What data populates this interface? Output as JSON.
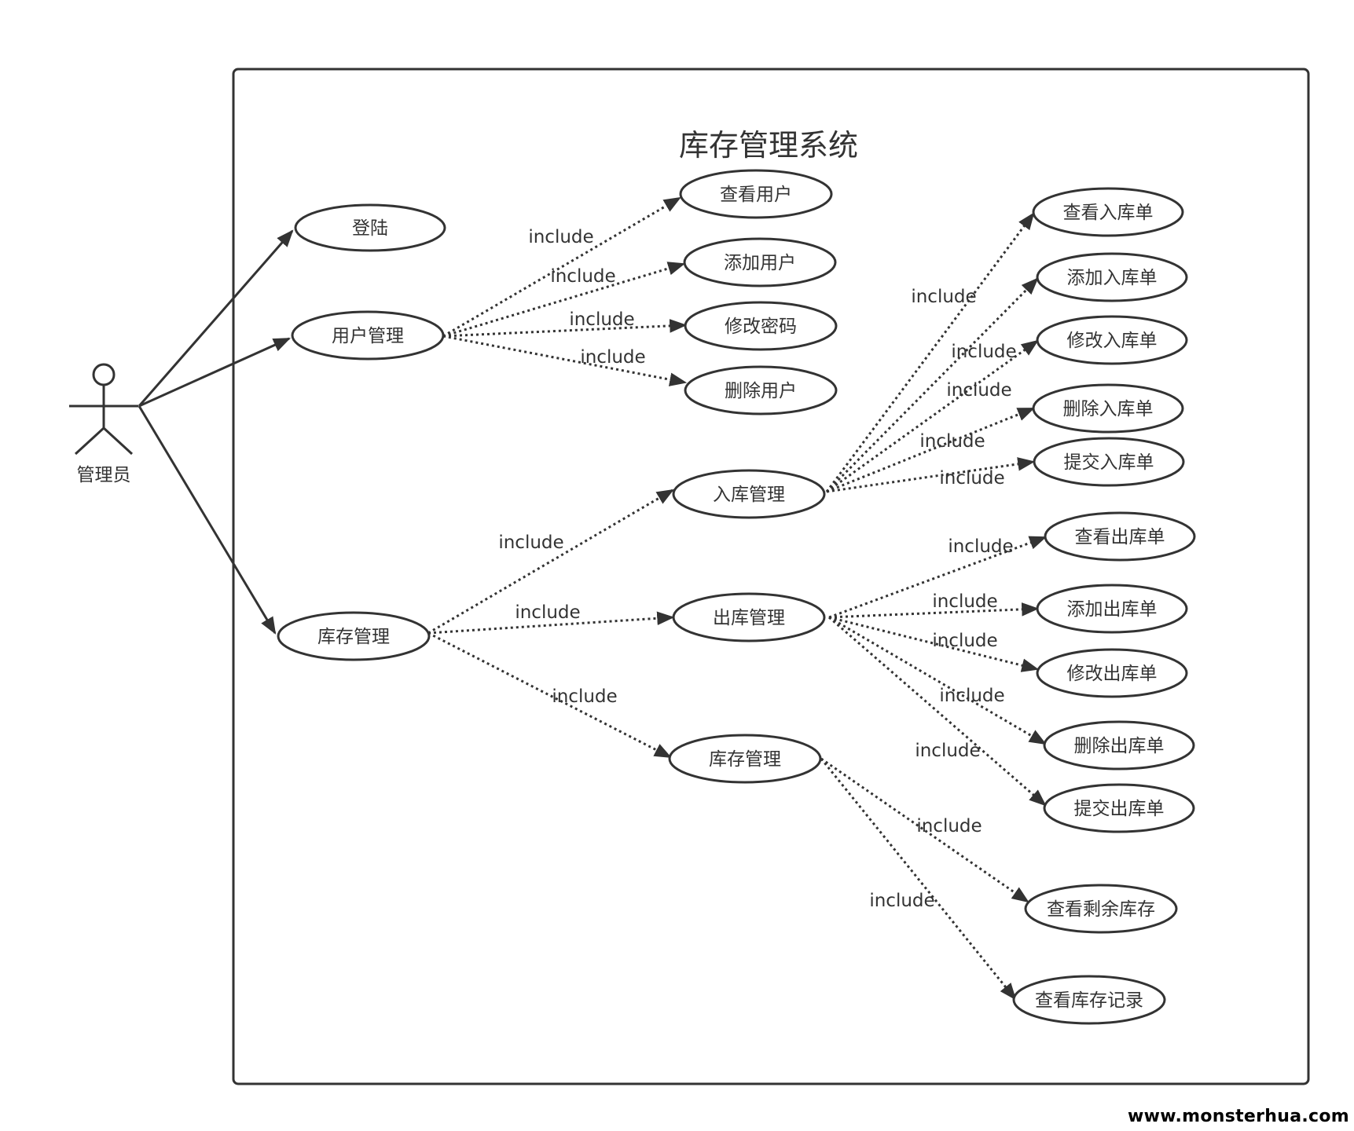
{
  "system_title": "库存管理系统",
  "actor": {
    "label": "管理员",
    "icon": "stick-figure-icon"
  },
  "use_cases": {
    "login": "登陆",
    "user_mgmt": "用户管理",
    "stock_mgmt": "库存管理",
    "view_user": "查看用户",
    "add_user": "添加用户",
    "change_pwd": "修改密码",
    "delete_user": "删除用户",
    "inbound_mgmt": "入库管理",
    "outbound_mgmt": "出库管理",
    "inventory_mgmt": "库存管理",
    "view_in": "查看入库单",
    "add_in": "添加入库单",
    "edit_in": "修改入库单",
    "delete_in": "删除入库单",
    "submit_in": "提交入库单",
    "view_out": "查看出库单",
    "add_out": "添加出库单",
    "edit_out": "修改出库单",
    "delete_out": "删除出库单",
    "submit_out": "提交出库单",
    "view_remaining": "查看剩余库存",
    "view_records": "查看库存记录"
  },
  "relation_label": "include",
  "watermark": "www.monsterhua.com",
  "colors": {
    "stroke": "#333333",
    "text": "#333333",
    "background": "#ffffff"
  }
}
